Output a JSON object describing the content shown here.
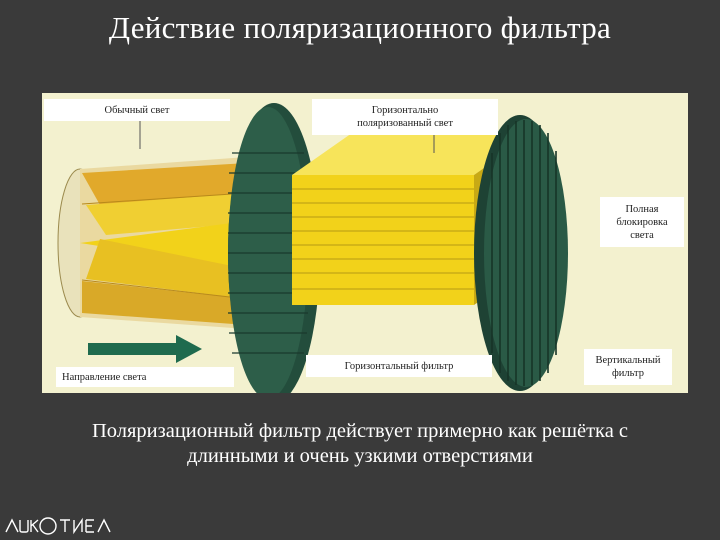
{
  "slide": {
    "title": "Действие поляризационного фильтра",
    "caption_line1": "Поляризационный фильтр действует примерно как решётка с",
    "caption_line2": "длинными и очень узкими отверстиями"
  },
  "labels": {
    "ordinary_light": "Обычный свет",
    "horizontal_polarized_1": "Горизонтально",
    "horizontal_polarized_2": "поляризованный свет",
    "full_block_1": "Полная",
    "full_block_2": "блокировка",
    "full_block_3": "света",
    "light_direction": "Направление света",
    "horizontal_filter": "Горизонтальный фильтр",
    "vertical_filter_1": "Вертикальный",
    "vertical_filter_2": "фильтр"
  },
  "colors": {
    "background": "#3a3a3a",
    "panel": "#f3f1cf",
    "beam_yellow": "#f2d21a",
    "beam_dark": "#c8a915",
    "filter_green": "#234d3c",
    "arrow_green": "#1f6b4e"
  },
  "icons": {
    "arrow": "right-arrow-icon",
    "logo": "logo-icon"
  }
}
